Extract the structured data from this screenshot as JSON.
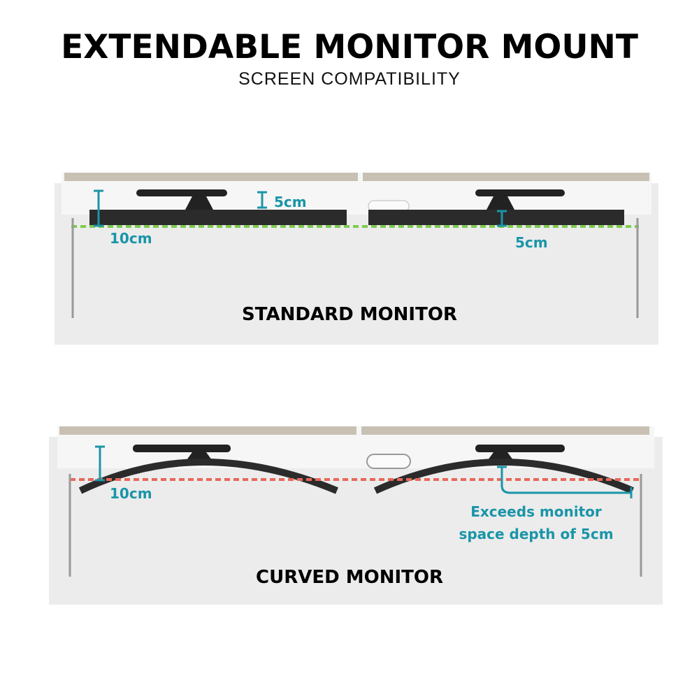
{
  "header": {
    "title": "EXTENDABLE MONITOR MOUNT",
    "subtitle": "SCREEN COMPATIBILITY"
  },
  "standard_panel": {
    "label": "STANDARD MONITOR",
    "measure_left": "10cm",
    "measure_top": "5cm",
    "measure_right": "5cm",
    "guide_color": "#7dcc4f"
  },
  "curved_panel": {
    "label": "CURVED MONITOR",
    "measure_left": "10cm",
    "note_line1": "Exceeds monitor",
    "note_line2": "space depth of 5cm",
    "guide_color": "#e8675a"
  },
  "colors": {
    "accent": "#1a95a8",
    "panel": "#ebebeb",
    "monitor": "#2b2b2b"
  }
}
